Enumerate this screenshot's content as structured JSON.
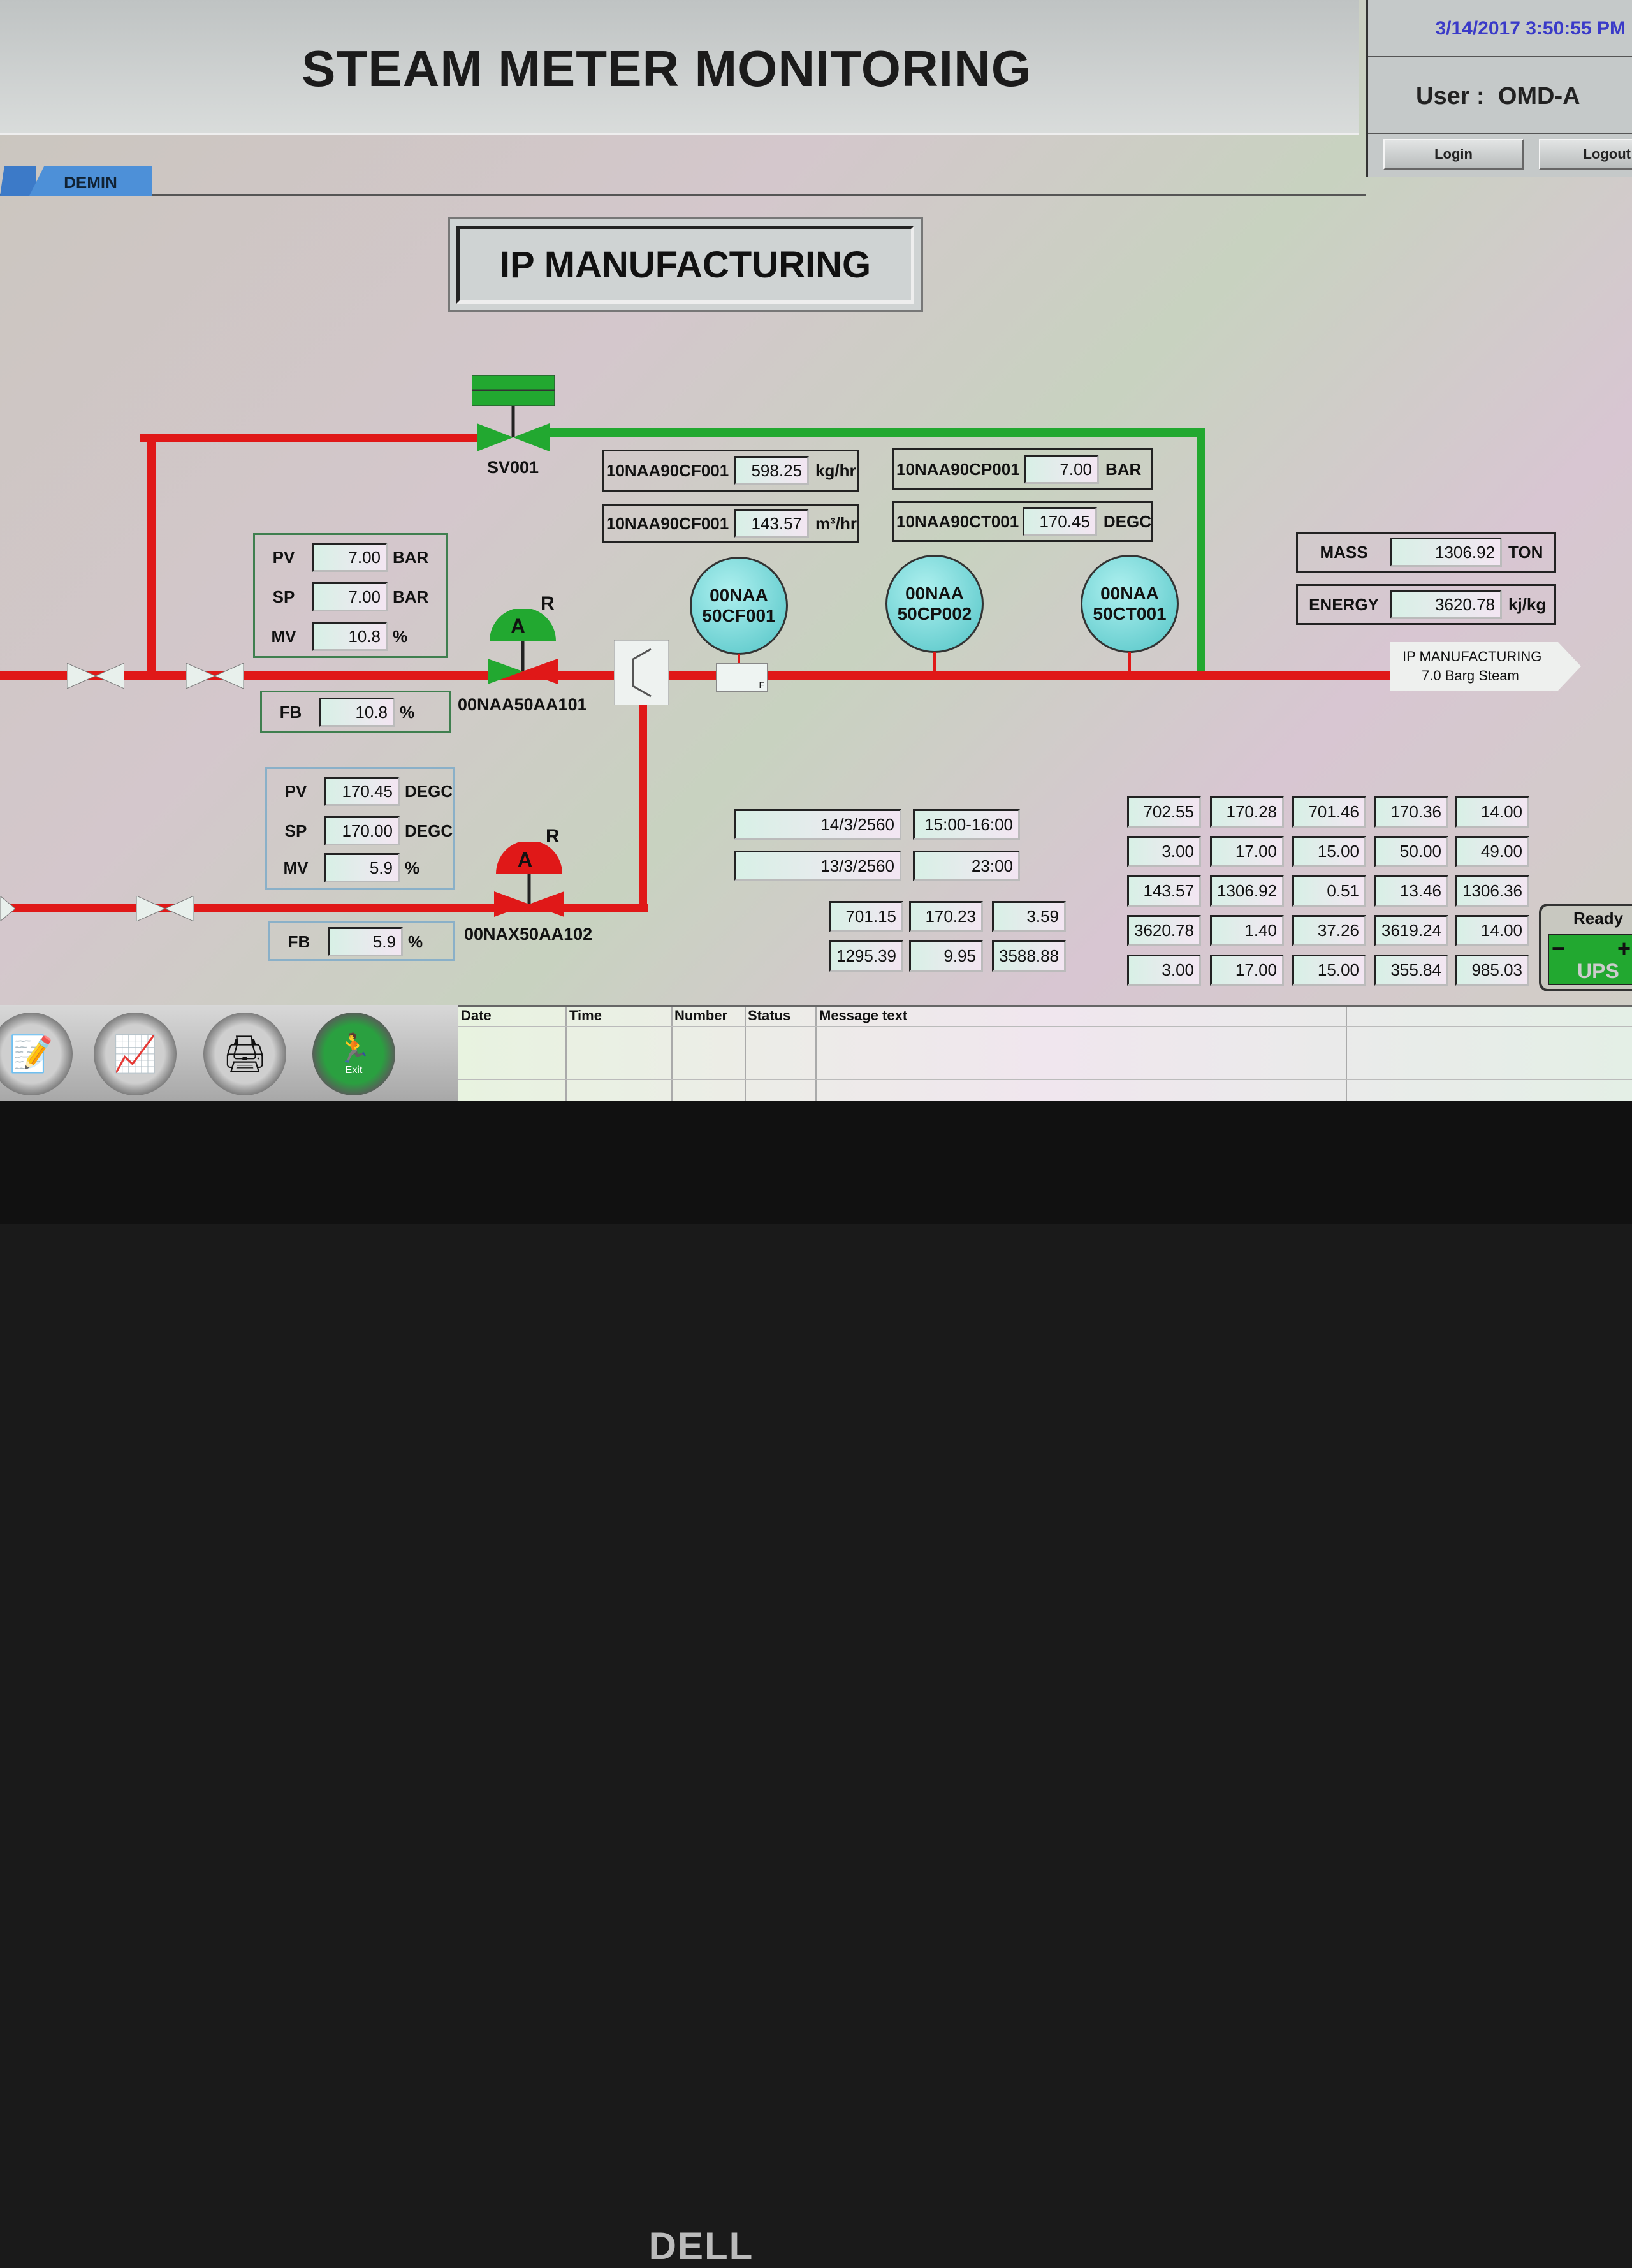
{
  "header": {
    "title": "STEAM METER MONITORING"
  },
  "user_panel": {
    "datetime": "3/14/2017 3:50:55 PM",
    "user_label": "User :",
    "user": "OMD-A",
    "login": "Login",
    "logout": "Logout"
  },
  "tabs": [
    {
      "label": "DEMIN"
    }
  ],
  "colors": {
    "steam_pipe": "#e01818",
    "open_line": "#22a830",
    "tab": "#3c7ac8",
    "clock": "#3a3ac8"
  },
  "diagram": {
    "title": "IP MANUFACTURING",
    "sv": {
      "label": "SV001"
    },
    "tags": [
      {
        "tag": "10NAA90CF001",
        "value": "598.25",
        "unit": "kg/hr"
      },
      {
        "tag": "10NAA90CF001",
        "value": "143.57",
        "unit": "m³/hr"
      },
      {
        "tag": "10NAA90CP001",
        "value": "7.00",
        "unit": "BAR"
      },
      {
        "tag": "10NAA90CT001",
        "value": "170.45",
        "unit": "DEGC"
      }
    ],
    "instruments": [
      {
        "line1": "00NAA",
        "line2": "50CF001"
      },
      {
        "line1": "00NAA",
        "line2": "50CP002"
      },
      {
        "line1": "00NAA",
        "line2": "50CT001"
      }
    ],
    "flow_marker": "F",
    "valve1": {
      "label": "00NAA50AA101",
      "mode": "A",
      "remote": "R",
      "pv": "7.00",
      "pv_unit": "BAR",
      "sp": "7.00",
      "sp_unit": "BAR",
      "mv": "10.8",
      "mv_unit": "%",
      "fb": "10.8",
      "fb_unit": "%"
    },
    "valve2": {
      "label": "00NAX50AA102",
      "mode": "A",
      "remote": "R",
      "pv": "170.45",
      "pv_unit": "DEGC",
      "sp": "170.00",
      "sp_unit": "DEGC",
      "mv": "5.9",
      "mv_unit": "%",
      "fb": "5.9",
      "fb_unit": "%"
    },
    "keys": {
      "pv": "PV",
      "sp": "SP",
      "mv": "MV",
      "fb": "FB"
    },
    "totals": {
      "mass_label": "MASS",
      "mass": "1306.92",
      "mass_unit": "TON",
      "energy_label": "ENERGY",
      "energy": "3620.78",
      "energy_unit": "kj/kg"
    },
    "outlet": {
      "line1": "IP MANUFACTURING",
      "line2": "7.0 Barg Steam"
    }
  },
  "report": {
    "dates": [
      {
        "date": "14/3/2560",
        "time": "15:00-16:00"
      },
      {
        "date": "13/3/2560",
        "time": "23:00"
      }
    ],
    "summary": [
      [
        "701.15",
        "170.23",
        "3.59"
      ],
      [
        "1295.39",
        "9.95",
        "3588.88"
      ]
    ],
    "grid": [
      [
        "702.55",
        "170.28",
        "701.46",
        "170.36",
        "14.00"
      ],
      [
        "3.00",
        "17.00",
        "15.00",
        "50.00",
        "49.00"
      ],
      [
        "143.57",
        "1306.92",
        "0.51",
        "13.46",
        "1306.36"
      ],
      [
        "3620.78",
        "1.40",
        "37.26",
        "3619.24",
        "14.00"
      ],
      [
        "3.00",
        "17.00",
        "15.00",
        "355.84",
        "985.03"
      ]
    ]
  },
  "ups": {
    "status": "Ready",
    "label": "UPS"
  },
  "toolbar": {
    "exit_label": "Exit"
  },
  "alarms": {
    "columns": [
      "Date",
      "Time",
      "Number",
      "Status",
      "Message text"
    ]
  },
  "monitor": {
    "brand": "DELL"
  }
}
